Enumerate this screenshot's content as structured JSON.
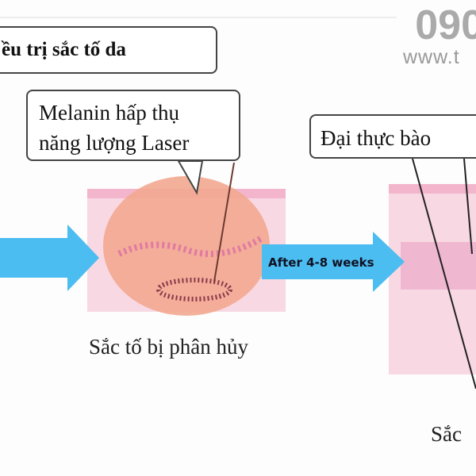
{
  "title": "ều trị sắc tố da",
  "callouts": {
    "melanin_line1": "Melanin hấp thụ",
    "melanin_line2": "năng lượng Laser",
    "macrophage": "Đại thực bào"
  },
  "arrow_label": "After 4-8 weeks",
  "captions": {
    "destroyed": "Sắc tố bị phân hủy",
    "right": "Sắc"
  },
  "watermark": {
    "phone": "090",
    "url": "www.t"
  },
  "colors": {
    "arrow": "#4bbdf0",
    "skin": "#f6c9d8",
    "lesion": "#f0a58e"
  }
}
